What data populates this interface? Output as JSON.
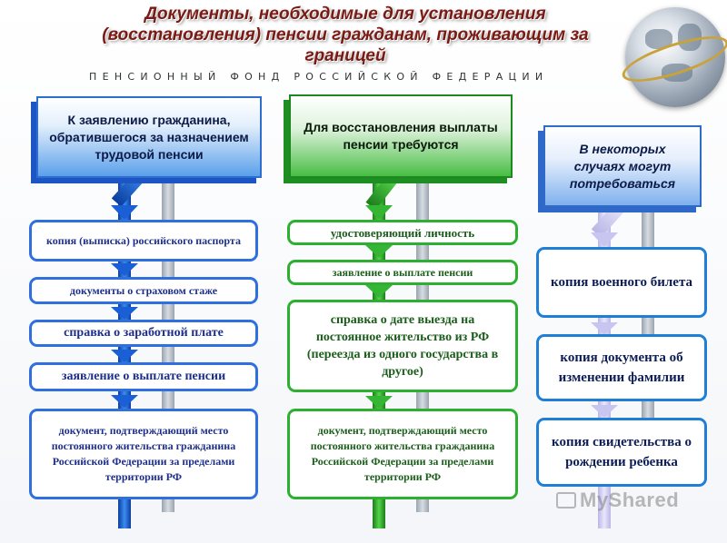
{
  "header": {
    "title": "Документы, необходимые для установления (восстановления) пенсии гражданам, проживающим за границей",
    "subtitle": "ПЕНСИОННЫЙ ФОНД РОССИЙСКОЙ ФЕДЕРАЦИИ"
  },
  "columns": {
    "left": {
      "heading": "К заявлению гражданина, обратившегося за назначением трудовой пенсии",
      "items": [
        "копия (выписка) российского паспорта",
        "документы о страховом стаже",
        "справка о заработной плате",
        "заявление о выплате пенсии",
        "документ, подтверждающий место постоянного жительства гражданина Российской Федерации за пределами территории РФ"
      ]
    },
    "middle": {
      "heading": "Для восстановления выплаты пенсии требуются",
      "items": [
        "удостоверяющий личность",
        "заявление о выплате пенсии",
        "справка о дате выезда на постоянное жительство из РФ (переезда из одного государства в другое)",
        "документ, подтверждающий место постоянного жительства гражданина Российской Федерации за пределами территории РФ"
      ]
    },
    "right": {
      "heading": "В некоторых случаях могут потребоваться",
      "items": [
        "копия военного билета",
        "копия документа об изменении фамилии",
        "копия свидетельства о рождении ребенка"
      ]
    }
  },
  "watermark": "MyShared",
  "colors": {
    "title": "#7a1a14",
    "blue": "#2f6fe0",
    "green": "#2db030",
    "lavender": "#c8c6f0"
  }
}
